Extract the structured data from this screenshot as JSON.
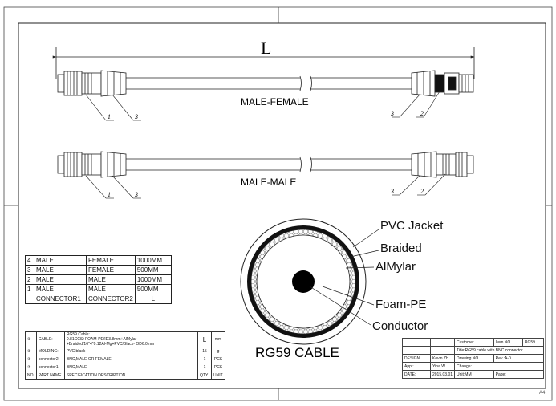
{
  "drawing": {
    "length_symbol": "L",
    "assembly_top_label": "MALE-FEMALE",
    "assembly_bottom_label": "MALE-MALE",
    "balloons": {
      "b1": "1",
      "b2": "2",
      "b3": "3"
    },
    "sheet_size": "A4"
  },
  "cross_section": {
    "title": "RG59 CABLE",
    "labels": {
      "pvc_jacket": "PVC Jacket",
      "braided": "Braided",
      "almylar": "AlMylar",
      "foam_pe": "Foam-PE",
      "conductor": "Conductor"
    }
  },
  "variant_table": {
    "rows": [
      {
        "no": "4",
        "c1": "MALE",
        "c2": "FEMALE",
        "len": "1000MM"
      },
      {
        "no": "3",
        "c1": "MALE",
        "c2": "FEMALE",
        "len": "500MM"
      },
      {
        "no": "2",
        "c1": "MALE",
        "c2": "MALE",
        "len": "1000MM"
      },
      {
        "no": "1",
        "c1": "MALE",
        "c2": "MALE",
        "len": "500MM"
      }
    ],
    "header": {
      "no": "",
      "c1": "CONNECTOR1",
      "c2": "CONNECTOR2",
      "len": "L"
    }
  },
  "bom_table": {
    "rows": [
      {
        "no": "①",
        "part": "CABLE:",
        "spec_line1": "RG59 Cable:",
        "spec_line2": "0.81CCS+FOAM-PE/ID3.8mm+AlMylar",
        "spec_line3": "+Braided/16*4*0.12Al-Mg+PVC/Black- OD6.0mm",
        "qty": "L",
        "unit": "mm"
      },
      {
        "no": "②",
        "part": "MOLDING:",
        "spec_line1": "PVC black",
        "qty": "15",
        "unit": "g"
      },
      {
        "no": "③",
        "part": "connector2",
        "spec_line1": "BNC,MALE OR FEMALE",
        "qty": "1",
        "unit": "PCS"
      },
      {
        "no": "④",
        "part": "connector1",
        "spec_line1": "BNC,MALE",
        "qty": "1",
        "unit": "PCS"
      }
    ],
    "header": {
      "no": "NO.",
      "part": "PART NAME",
      "spec": "SPECIFICATION DESCRIPTION",
      "qty": "QTY",
      "unit": "UNIT"
    }
  },
  "title_block": {
    "customer_label": "Customer",
    "item_no_label": "Item NO.",
    "item_no_value": "RG59",
    "title_value": "Title:RG59 cable with BNC connector",
    "design_label": "DESIGN",
    "design_value": "Kevin Zh",
    "drawing_no_label": "Drawing NO.",
    "rev_label": "Rev.:A-0",
    "app_label": "App.:",
    "app_value": "Yina W",
    "change_label": "Change:",
    "date_label": "DATE:",
    "date_value": "2015.03.01",
    "unit_label": "Unit:MM",
    "page_label": "Page:"
  }
}
